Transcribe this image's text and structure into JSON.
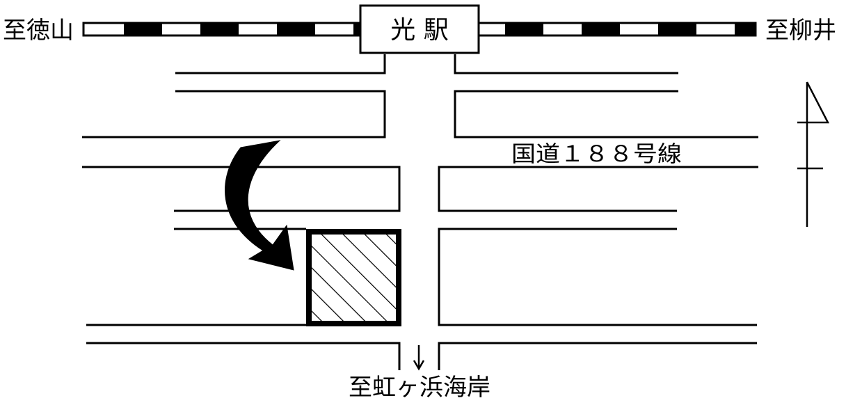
{
  "station": {
    "name": "光 駅"
  },
  "directions": {
    "west": "至徳山",
    "east": "至柳井",
    "south": "至虹ヶ浜海岸"
  },
  "road": {
    "route_label": "国道１８８号線"
  },
  "colors": {
    "ink": "#000000",
    "paper": "#ffffff"
  },
  "icons": {
    "north": "north-arrow-icon",
    "route": "curved-route-arrow-icon",
    "south": "south-arrow-icon"
  }
}
